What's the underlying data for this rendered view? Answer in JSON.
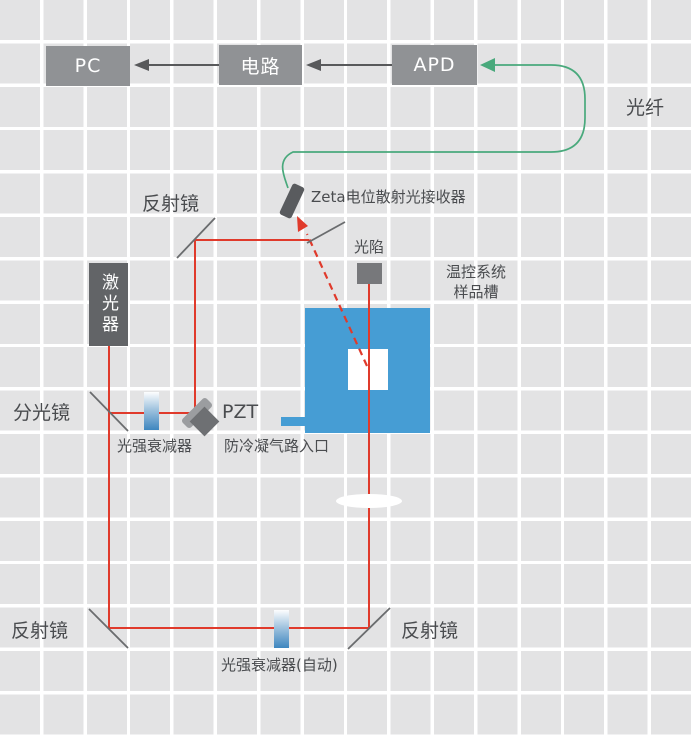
{
  "colors": {
    "grid_cell": "#e3e3e4",
    "box_gray": "#909295",
    "dark_gray": "#626467",
    "trap_gray": "#77787b",
    "receiver_gray": "#595b5e",
    "mirror_gray": "#6a6c6e",
    "arrow_gray": "#58595b",
    "beam_red": "#e03a2b",
    "fiber_green": "#49a97c",
    "sample_blue": "#469dd4",
    "text_gray": "#4a4c4f"
  },
  "boxes": {
    "pc": "PC",
    "circuit": "电路",
    "apd": "APD",
    "laser": "激光器"
  },
  "labels": {
    "fiber": "光纤",
    "zeta_receiver": "Zeta电位散射光接收器",
    "mirror_top": "反射镜",
    "light_trap": "光陷",
    "temp_line1": "温控系统",
    "temp_line2": "样品槽",
    "beam_splitter": "分光镜",
    "attenuator": "光强衰减器",
    "pzt": "PZT",
    "gas_inlet": "防冷凝气路入口",
    "mirror_bottom_left": "反射镜",
    "attenuator_auto": "光强衰减器(自动)",
    "mirror_bottom_right": "反射镜"
  }
}
